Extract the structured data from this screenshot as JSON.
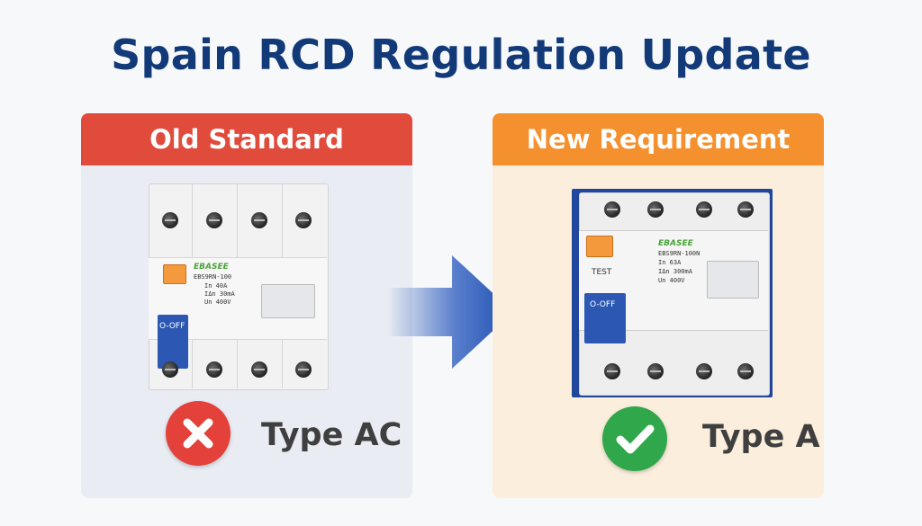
{
  "title": "Spain RCD Regulation Update",
  "old": {
    "header": "Old Standard",
    "type_label": "Type AC",
    "status_icon": "cross-icon",
    "device": {
      "brand": "EBASEE",
      "model": "EBS9RN-100",
      "in": "In 40A",
      "idn": "IΔn 30mA",
      "un": "Un 400V",
      "toggle": "O-OFF"
    }
  },
  "new": {
    "header": "New Requirement",
    "type_label": "Type A",
    "status_icon": "check-icon",
    "device": {
      "brand": "EBASEE",
      "model": "EBS9RN-100N",
      "in": "In 63A",
      "idn": "IΔn 300mA",
      "un": "Un 400V",
      "test": "TEST",
      "toggle": "O-OFF"
    }
  },
  "colors": {
    "title": "#123a78",
    "old_header": "#e04b3c",
    "new_header": "#f4902d",
    "cross_badge": "#e3413a",
    "check_badge": "#2fa74a",
    "arrow": "#1f4fb0"
  }
}
